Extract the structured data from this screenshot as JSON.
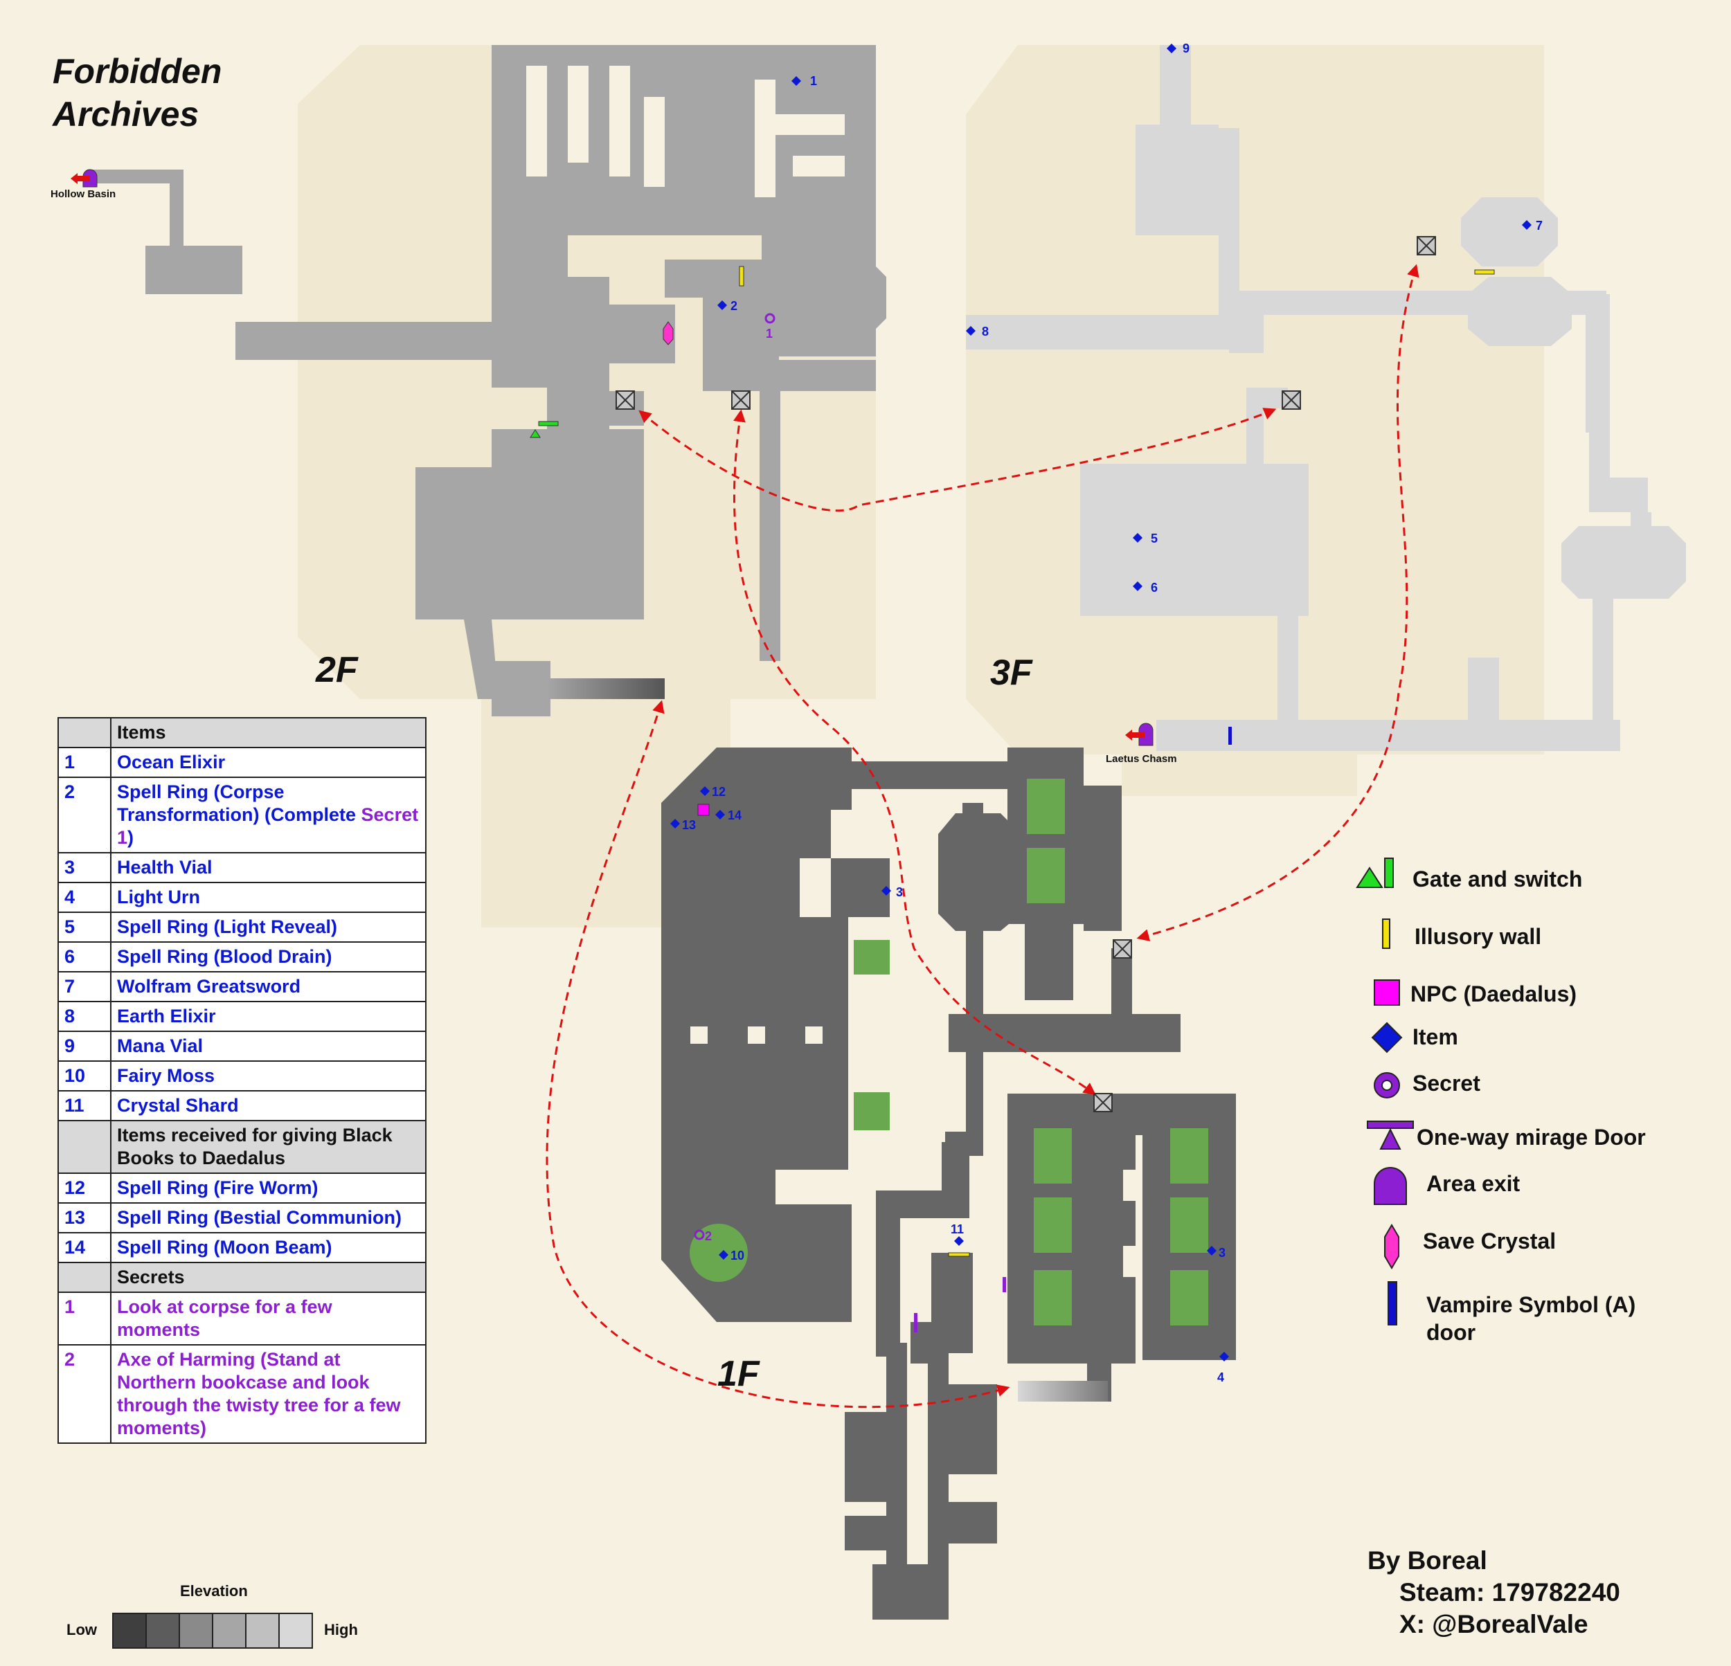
{
  "title_line1": "Forbidden",
  "title_line2": "Archives",
  "floors": {
    "f1": "1F",
    "f2": "2F",
    "f3": "3F"
  },
  "area_exits": {
    "hollow_basin": "Hollow Basin",
    "laetus_chasm": "Laetus Chasm"
  },
  "markers": {
    "m1": "1",
    "m2": "2",
    "m3a": "3",
    "m3b": "3",
    "m4": "4",
    "m5": "5",
    "m6": "6",
    "m7": "7",
    "m8": "8",
    "m9": "9",
    "m10": "10",
    "m11": "11",
    "m12": "12",
    "m13": "13",
    "m14": "14",
    "s1": "1",
    "s2": "2"
  },
  "table": {
    "items_header": "Items",
    "items": [
      {
        "n": "1",
        "name": "Ocean Elixir"
      },
      {
        "n": "2",
        "name": "Spell Ring (Corpse Transformation) (Complete ",
        "secret_ref": "Secret 1",
        "tail": ")"
      },
      {
        "n": "3",
        "name": "Health Vial"
      },
      {
        "n": "4",
        "name": "Light Urn"
      },
      {
        "n": "5",
        "name": "Spell Ring (Light Reveal)"
      },
      {
        "n": "6",
        "name": "Spell Ring (Blood Drain)"
      },
      {
        "n": "7",
        "name": "Wolfram Greatsword"
      },
      {
        "n": "8",
        "name": "Earth Elixir"
      },
      {
        "n": "9",
        "name": "Mana Vial"
      },
      {
        "n": "10",
        "name": "Fairy Moss"
      },
      {
        "n": "11",
        "name": "Crystal Shard"
      }
    ],
    "black_books_header": "Items received for giving Black Books to Daedalus",
    "black_books": [
      {
        "n": "12",
        "name": "Spell Ring (Fire Worm)"
      },
      {
        "n": "13",
        "name": "Spell Ring (Bestial Communion)"
      },
      {
        "n": "14",
        "name": "Spell Ring (Moon Beam)"
      }
    ],
    "secrets_header": "Secrets",
    "secrets": [
      {
        "n": "1",
        "name": "Look at corpse for a few moments"
      },
      {
        "n": "2",
        "name": "Axe of Harming (Stand at Northern bookcase and look through the twisty tree for a few moments)"
      }
    ]
  },
  "key": {
    "gate": "Gate and switch",
    "illusory": "Illusory wall",
    "npc": "NPC (Daedalus)",
    "item": "Item",
    "secret": "Secret",
    "mirage": "One-way mirage Door",
    "exit": "Area exit",
    "save": "Save Crystal",
    "vampire": "Vampire Symbol (A) door"
  },
  "elevation": {
    "title": "Elevation",
    "low": "Low",
    "high": "High"
  },
  "elevation_colors": [
    "#3f3f3f",
    "#5c5c5c",
    "#8a8a8a",
    "#a6a6a6",
    "#c0c0c0",
    "#d8d8d8"
  ],
  "credits": {
    "line1": "By Boreal",
    "line2": "Steam: 179782240",
    "line3": "X: @BorealVale"
  },
  "colors": {
    "background": "#f7f1e1",
    "floor1": "#666666",
    "floor2": "#a6a6a6",
    "floor3": "#d8d8d8",
    "shadow": "#efe6cf",
    "green": "#6aa84f",
    "item": "#0b18d6",
    "secret": "#8c1fd1",
    "path": "#e01010"
  }
}
